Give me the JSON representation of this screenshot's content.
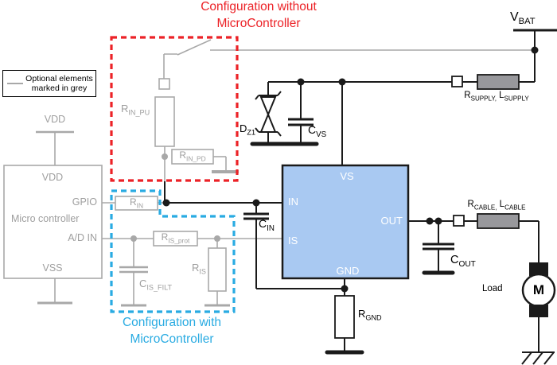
{
  "titles": {
    "without": {
      "line1": "Configuration without",
      "line2": "MicroController"
    },
    "with": {
      "line1": "Configuration with",
      "line2": "MicroController"
    }
  },
  "legend": {
    "line1": "Optional elements",
    "line2": "marked in grey"
  },
  "mcu": {
    "name": "Micro controller",
    "rail_vdd": "VDD",
    "pins": {
      "vdd": "VDD",
      "gpio": "GPIO",
      "adin": "A/D IN",
      "vss": "VSS"
    }
  },
  "ic": {
    "pins": {
      "vs": "VS",
      "in": "IN",
      "is": "IS",
      "out": "OUT",
      "gnd": "GND"
    }
  },
  "components": {
    "vbat": {
      "m1": "V",
      "s1": "BAT"
    },
    "r_supply": {
      "m1": "R",
      "s1": "SUPPLY,",
      "m2": " L",
      "s2": "SUPPLY"
    },
    "r_cable": {
      "m1": "R",
      "s1": "CABLE,",
      "m2": " L",
      "s2": "CABLE"
    },
    "dz1": {
      "m1": "D",
      "s1": "Z1"
    },
    "cvs": {
      "m1": "C",
      "s1": "VS"
    },
    "rin_pu": {
      "m1": "R",
      "s1": "IN_PU"
    },
    "rin_pd": {
      "m1": "R",
      "s1": "IN_PD"
    },
    "rin": {
      "m1": "R",
      "s1": "IN"
    },
    "cin": {
      "m1": "C",
      "s1": "IN"
    },
    "ris_prot": {
      "m1": "R",
      "s1": "IS_prot"
    },
    "ris": {
      "m1": "R",
      "s1": "IS"
    },
    "cis_filt": {
      "m1": "C",
      "s1": "IS_FILT"
    },
    "rgnd": {
      "m1": "R",
      "s1": "GND"
    },
    "cout": {
      "m1": "C",
      "s1": "OUT"
    },
    "load": {
      "label": "Load"
    },
    "motor": {
      "label": "M"
    }
  },
  "colors": {
    "red_dashed": "#ec2227",
    "blue_dashed": "#29abe2",
    "optional_grey": "#a8a8a8",
    "ic_fill": "#a9c9f2",
    "resistor_fill": "#98989c"
  }
}
